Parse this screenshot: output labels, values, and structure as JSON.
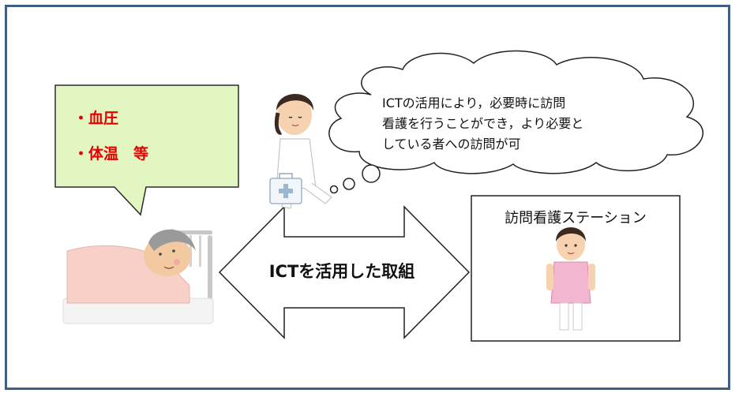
{
  "callout": {
    "items": [
      "・血圧",
      "・体温　等"
    ],
    "fill_color": "#e2f6c2",
    "border_color": "#2b2b2b",
    "text_color": "#e60000"
  },
  "thought_bubble": {
    "text_lines": [
      "ICTの活用により，必要時に訪問",
      "看護を行うことができ，より必要と",
      "している者への訪問が可"
    ]
  },
  "arrow": {
    "label": "ICTを活用した取組"
  },
  "station": {
    "title": "訪問看護ステーション"
  },
  "icons": [
    "patient-in-bed-icon",
    "walking-nurse-icon",
    "first-aid-kit-icon",
    "standing-nurse-icon"
  ],
  "colors": {
    "frame": "#3f5f85",
    "nurse_uniform_pink": "#f2b6d0"
  }
}
